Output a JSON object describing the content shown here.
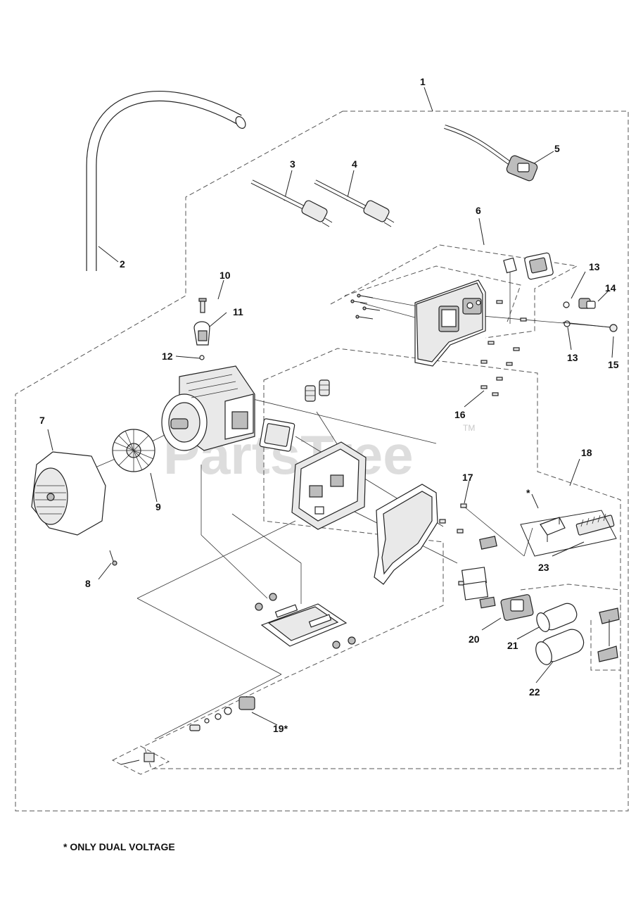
{
  "callouts": {
    "c1": "1",
    "c2": "2",
    "c3": "3",
    "c4": "4",
    "c5": "5",
    "c6": "6",
    "c7": "7",
    "c8": "8",
    "c9": "9",
    "c10": "10",
    "c11": "11",
    "c12": "12",
    "c13a": "13",
    "c13b": "13",
    "c14": "14",
    "c15": "15",
    "c16": "16",
    "c17": "17",
    "c18": "18",
    "c19": "19*",
    "c20": "20",
    "c21": "21",
    "c22": "22",
    "c23": "23",
    "star": "*"
  },
  "watermark": {
    "text": "PartsTree",
    "tm": "TM"
  },
  "footnote": "* ONLY DUAL VOLTAGE"
}
